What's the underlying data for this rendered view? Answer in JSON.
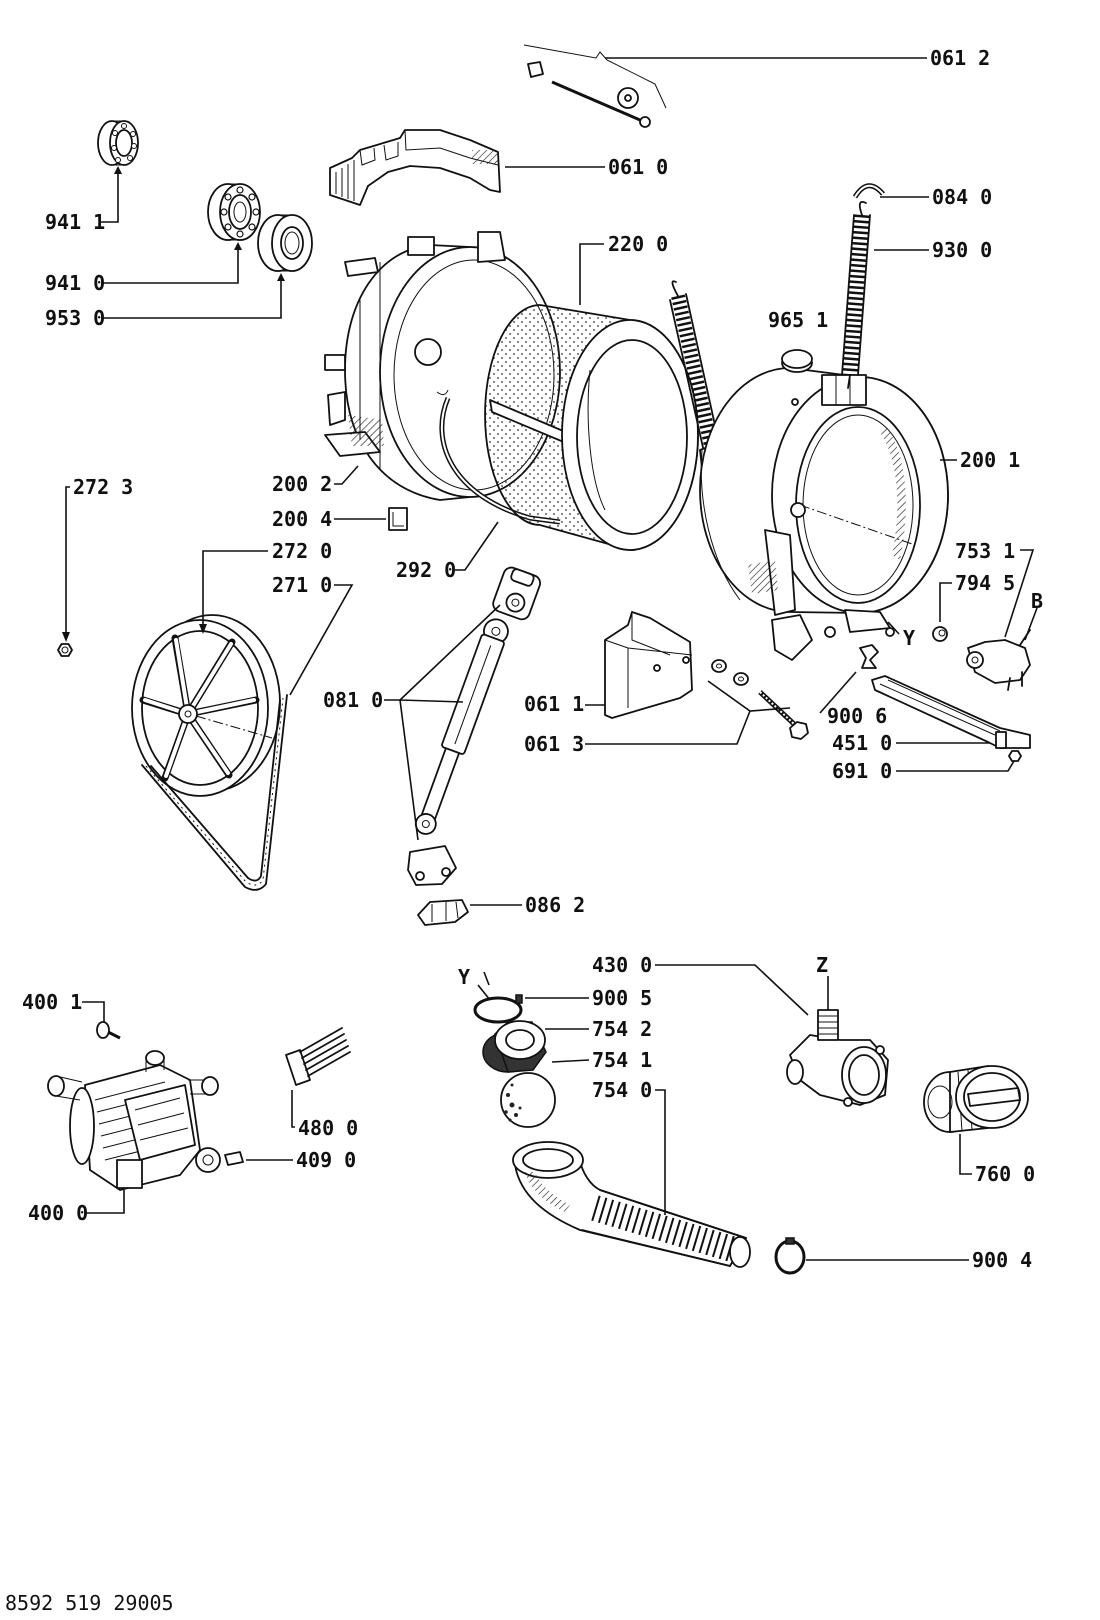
{
  "callouts": {
    "c0612": "061 2",
    "c0610": "061 0",
    "c9411": "941 1",
    "c0840": "084 0",
    "c2200": "220 0",
    "c9300": "930 0",
    "c9410": "941 0",
    "c9530": "953 0",
    "c9651": "965 1",
    "c2001": "200 1",
    "c2723": "272 3",
    "c2002": "200 2",
    "c2004": "200 4",
    "c2720": "272 0",
    "c7531": "753 1",
    "c2920": "292 0",
    "c2710": "271 0",
    "c7945": "794 5",
    "cB": "B",
    "cY1": "Y",
    "c0810": "081 0",
    "c0611": "061 1",
    "c9006": "900 6",
    "c0613": "061 3",
    "c4510": "451 0",
    "c6910": "691 0",
    "c0862": "086 2",
    "c4300": "430 0",
    "cZ": "Z",
    "cY2": "Y",
    "c9005": "900 5",
    "c4001": "400 1",
    "c7542": "754 2",
    "c7541": "754 1",
    "c7540": "754 0",
    "c4800": "480 0",
    "c4090": "409 0",
    "c7600": "760 0",
    "c4000": "400 0",
    "c9004": "900 4"
  },
  "footer": {
    "drawing_number": "8592 519 29005"
  }
}
